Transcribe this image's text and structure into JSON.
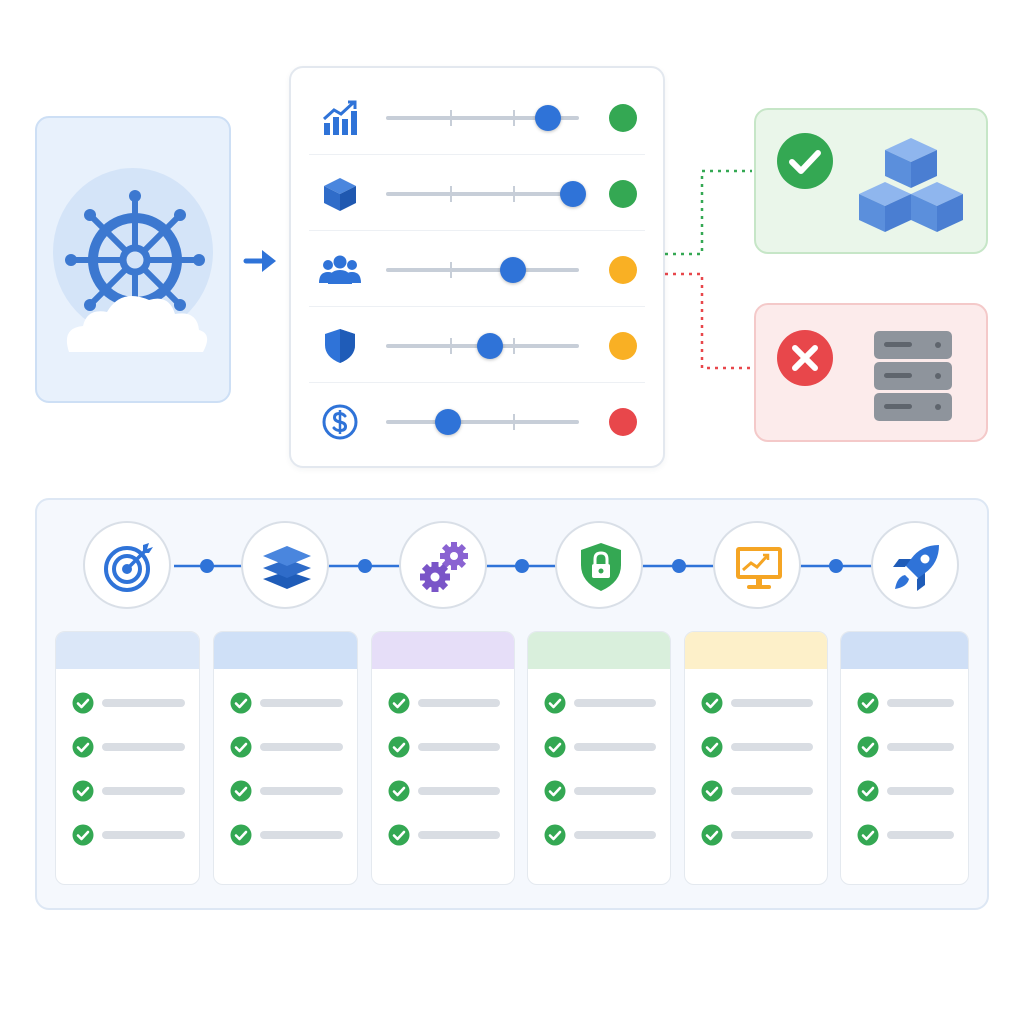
{
  "colors": {
    "accent": "#2f73d8",
    "pass": "#34a853",
    "warn": "#f9b024",
    "fail": "#e8474b",
    "server": "#8e949c"
  },
  "source": {
    "icon": "ship-wheel-icon",
    "cloud_icon": "cloud-icon"
  },
  "flow_arrow_icon": "arrow-right-icon",
  "criteria": [
    {
      "icon": "bar-chart-growth-icon",
      "level": 0.84,
      "status": "green",
      "status_color": "#34a853"
    },
    {
      "icon": "cube-icon",
      "level": 0.97,
      "status": "green",
      "status_color": "#34a853"
    },
    {
      "icon": "team-icon",
      "level": 0.66,
      "status": "yellow",
      "status_color": "#f9b024"
    },
    {
      "icon": "shield-icon",
      "level": 0.54,
      "status": "yellow",
      "status_color": "#f9b024"
    },
    {
      "icon": "dollar-circle-icon",
      "level": 0.32,
      "status": "red",
      "status_color": "#e8474b"
    }
  ],
  "outcomes": {
    "pass": {
      "icon": "check-circle-icon",
      "illustration": "stacked-cubes-icon"
    },
    "fail": {
      "icon": "x-circle-icon",
      "illustration": "server-stack-icon"
    }
  },
  "pipeline": {
    "stages": [
      {
        "icon": "target-icon",
        "color": "#2f73d8",
        "header_color": "#dbe7f8",
        "items": 4
      },
      {
        "icon": "layers-icon",
        "color": "#2f73d8",
        "header_color": "#cfe0f7",
        "items": 4
      },
      {
        "icon": "gears-icon",
        "color": "#8a63d2",
        "header_color": "#e6def8",
        "items": 4
      },
      {
        "icon": "shield-lock-icon",
        "color": "#34a853",
        "header_color": "#d9efdc",
        "items": 4
      },
      {
        "icon": "monitor-chart-icon",
        "color": "#f5a524",
        "header_color": "#fdf0c9",
        "items": 4
      },
      {
        "icon": "rocket-icon",
        "color": "#2f73d8",
        "header_color": "#cfdff6",
        "items": 4
      }
    ]
  }
}
